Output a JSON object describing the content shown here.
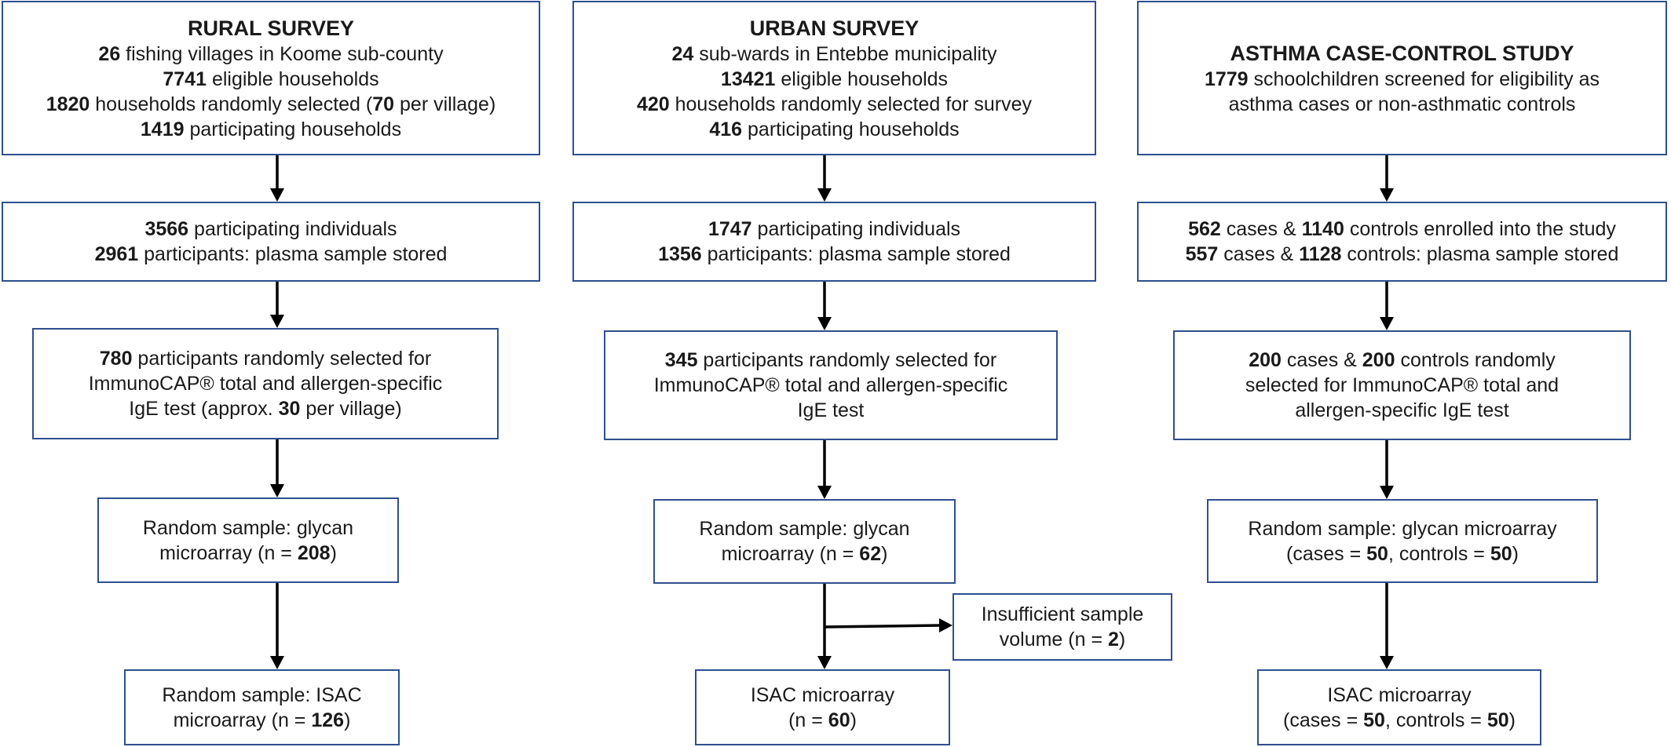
{
  "rural": {
    "header": {
      "title": "RURAL SURVEY",
      "l1_num": "26",
      "l1_text": " fishing villages in Koome sub-county",
      "l2_num": "7741",
      "l2_text": " eligible households",
      "l3_num": "1820",
      "l3_text_a": " households randomly selected (",
      "l3_num2": "70",
      "l3_text_b": " per village)",
      "l4_num": "1419",
      "l4_text": " participating households"
    },
    "participants": {
      "l1_num": "3566",
      "l1_text": " participating individuals",
      "l2_num": "2961",
      "l2_text": " participants: plasma sample stored"
    },
    "ige": {
      "l1_num": "780",
      "l1_text": " participants randomly selected for",
      "l2_text": "ImmunoCAP® total and allergen-specific",
      "l3_text_a": "IgE test (approx. ",
      "l3_num": "30",
      "l3_text_b": " per village)"
    },
    "glycan": {
      "l1_text": "Random sample: glycan",
      "l2_text_a": "microarray (n = ",
      "l2_num": "208",
      "l2_text_b": ")"
    },
    "isac": {
      "l1_text": "Random sample: ISAC",
      "l2_text_a": "microarray (n = ",
      "l2_num": "126",
      "l2_text_b": ")"
    }
  },
  "urban": {
    "header": {
      "title": "URBAN SURVEY",
      "l1_num": "24",
      "l1_text": " sub-wards in Entebbe municipality",
      "l2_num": "13421",
      "l2_text": " eligible households",
      "l3_num": "420",
      "l3_text": " households randomly selected for survey",
      "l4_num": "416",
      "l4_text": " participating households"
    },
    "participants": {
      "l1_num": "1747",
      "l1_text": " participating individuals",
      "l2_num": "1356",
      "l2_text": " participants: plasma sample stored"
    },
    "ige": {
      "l1_num": "345",
      "l1_text": " participants randomly selected for",
      "l2_text": "ImmunoCAP® total and allergen-specific",
      "l3_text": "IgE test"
    },
    "glycan": {
      "l1_text": "Random sample: glycan",
      "l2_text_a": "microarray (n = ",
      "l2_num": "62",
      "l2_text_b": ")"
    },
    "insufficient": {
      "l1_text": "Insufficient sample",
      "l2_text_a": "volume (n = ",
      "l2_num": "2",
      "l2_text_b": ")"
    },
    "isac": {
      "l1_text": "ISAC microarray",
      "l2_text_a": "(n = ",
      "l2_num": "60",
      "l2_text_b": ")"
    }
  },
  "asthma": {
    "header": {
      "title": "ASTHMA CASE-CONTROL STUDY",
      "l1_num": "1779",
      "l1_text": " schoolchildren screened for eligibility as",
      "l2_text": "asthma cases or non-asthmatic controls"
    },
    "participants": {
      "l1_num": "562",
      "l1_text_a": " cases & ",
      "l1_num2": "1140",
      "l1_text_b": " controls enrolled into the study",
      "l2_num": "557",
      "l2_text_a": " cases & ",
      "l2_num2": "1128",
      "l2_text_b": " controls: plasma sample stored"
    },
    "ige": {
      "l1_num": "200",
      "l1_text_a": " cases & ",
      "l1_num2": "200",
      "l1_text_b": " controls randomly",
      "l2_text": "selected for ImmunoCAP® total and",
      "l3_text": "allergen-specific IgE test"
    },
    "glycan": {
      "l1_text": "Random sample: glycan microarray",
      "l2_text_a": "(cases = ",
      "l2_num": "50",
      "l2_text_b": ", controls = ",
      "l2_num2": "50",
      "l2_text_c": ")"
    },
    "isac": {
      "l1_text": "ISAC microarray",
      "l2_text_a": "(cases = ",
      "l2_num": "50",
      "l2_text_b": ", controls = ",
      "l2_num2": "50",
      "l2_text_c": ")"
    }
  },
  "colors": {
    "box_border": "#2f4f8f",
    "arrow": "#000000",
    "text": "#1a1a1a"
  }
}
